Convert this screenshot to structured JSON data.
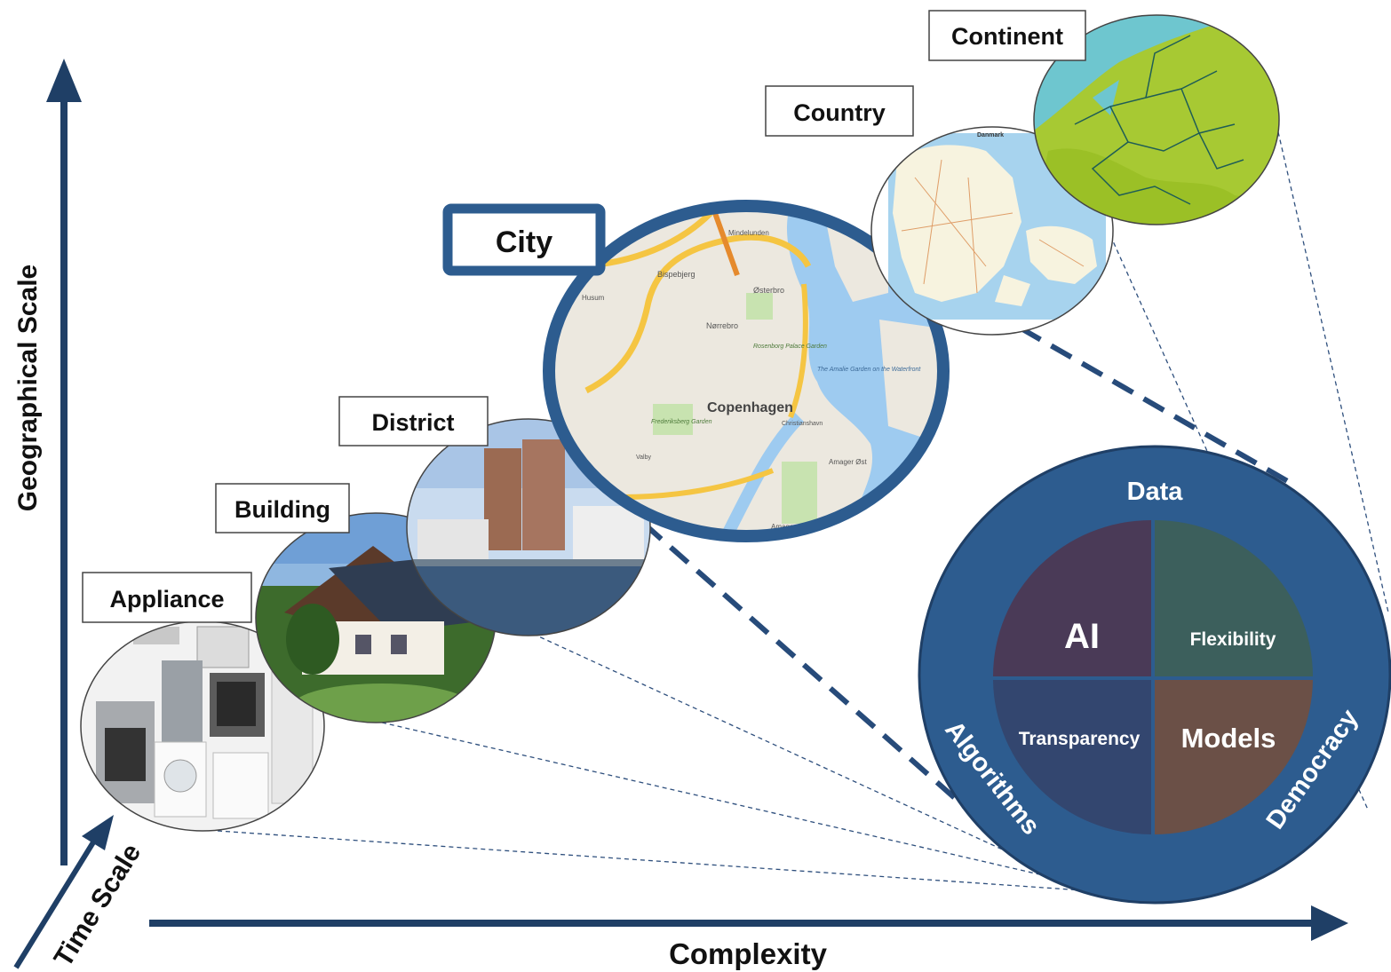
{
  "axes": {
    "vertical": "Geographical Scale",
    "horizontal": "Complexity",
    "diagonal": "Time Scale"
  },
  "scales": [
    {
      "id": "appliance",
      "label": "Appliance"
    },
    {
      "id": "building",
      "label": "Building"
    },
    {
      "id": "district",
      "label": "District"
    },
    {
      "id": "city",
      "label": "City"
    },
    {
      "id": "country",
      "label": "Country"
    },
    {
      "id": "continent",
      "label": "Continent"
    }
  ],
  "city_map": {
    "main": "Copenhagen",
    "places": [
      "Mindelunden",
      "Bispebjerg",
      "Husum",
      "Østerbro",
      "Nørrebro",
      "Rosenborg Palace Garden",
      "Frederiksberg Garden",
      "The Amalie Garden on the Waterfront",
      "Christianshavn",
      "Valby",
      "Amager Øst",
      "Amager"
    ]
  },
  "country_map": {
    "title": "Danmark"
  },
  "hub": {
    "ring": {
      "top": "Data",
      "left": "Algorithms",
      "right": "Democracy"
    },
    "quadrants": {
      "top_left": "AI",
      "top_right": "Flexibility",
      "bottom_left": "Transparency",
      "bottom_right": "Models"
    }
  },
  "colors": {
    "axis": "#1f3f66",
    "hub_ring": "#2d5c8f",
    "ai": "#4a3a57",
    "flexibility": "#3c5f5c",
    "transparency": "#33466f",
    "models": "#6b5047",
    "city_highlight": "#2d5c8f"
  }
}
